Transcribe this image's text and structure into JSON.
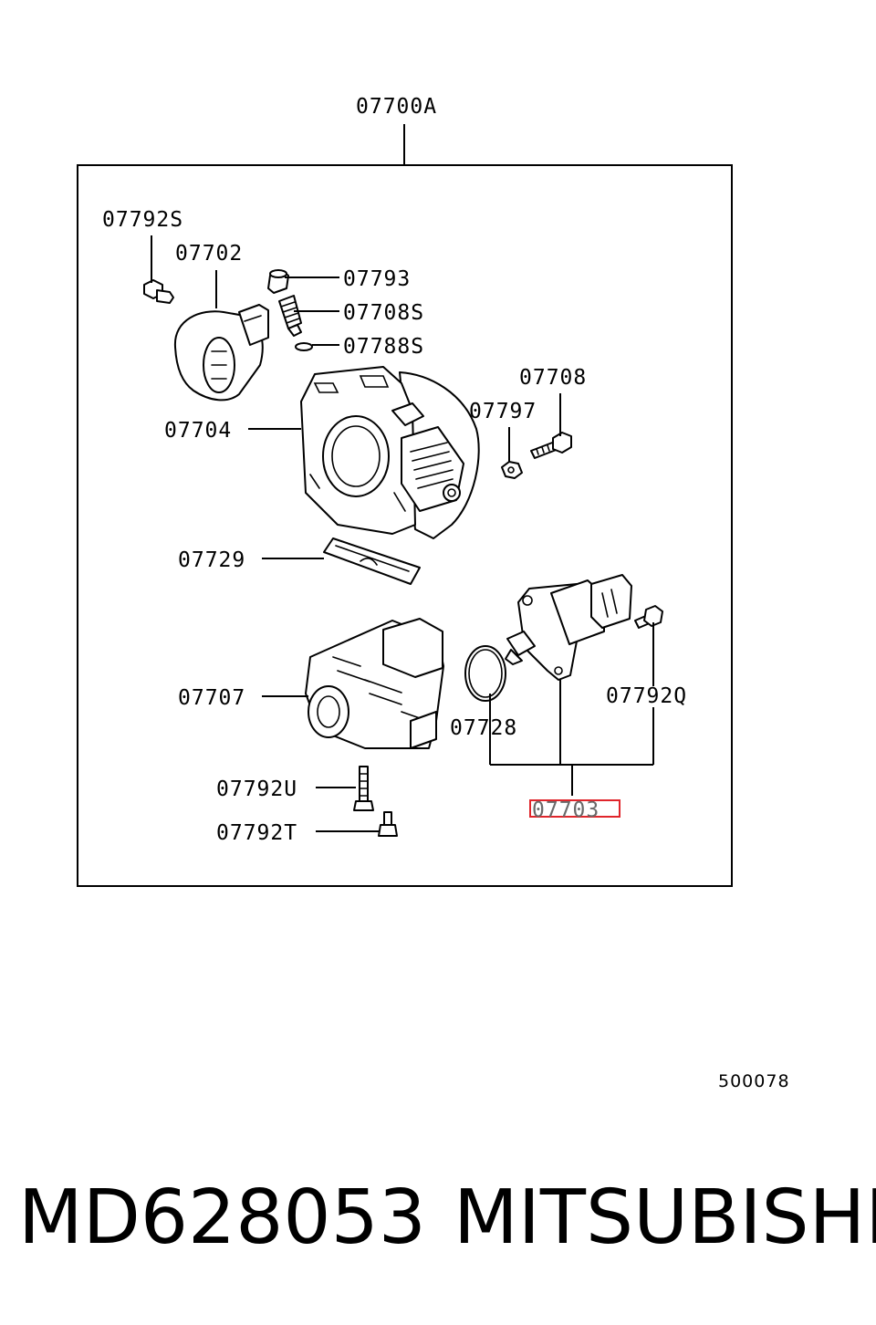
{
  "diagram": {
    "assembly_label": "07700A",
    "labels": {
      "p07792S": "07792S",
      "p07702": "07702",
      "p07793": "07793",
      "p07708S": "07708S",
      "p07788S": "07788S",
      "p07708": "07708",
      "p07797": "07797",
      "p07704": "07704",
      "p07729": "07729",
      "p07707": "07707",
      "p07728": "07728",
      "p07792Q": "07792Q",
      "p07792U": "07792U",
      "p07792T": "07792T",
      "p07703": "07703"
    },
    "highlighted_part": "07703",
    "highlight_color": "#e0252b",
    "drawing_number": "500078"
  },
  "footer": {
    "part_number": "MD628053",
    "brand": "MITSUBISHI"
  }
}
